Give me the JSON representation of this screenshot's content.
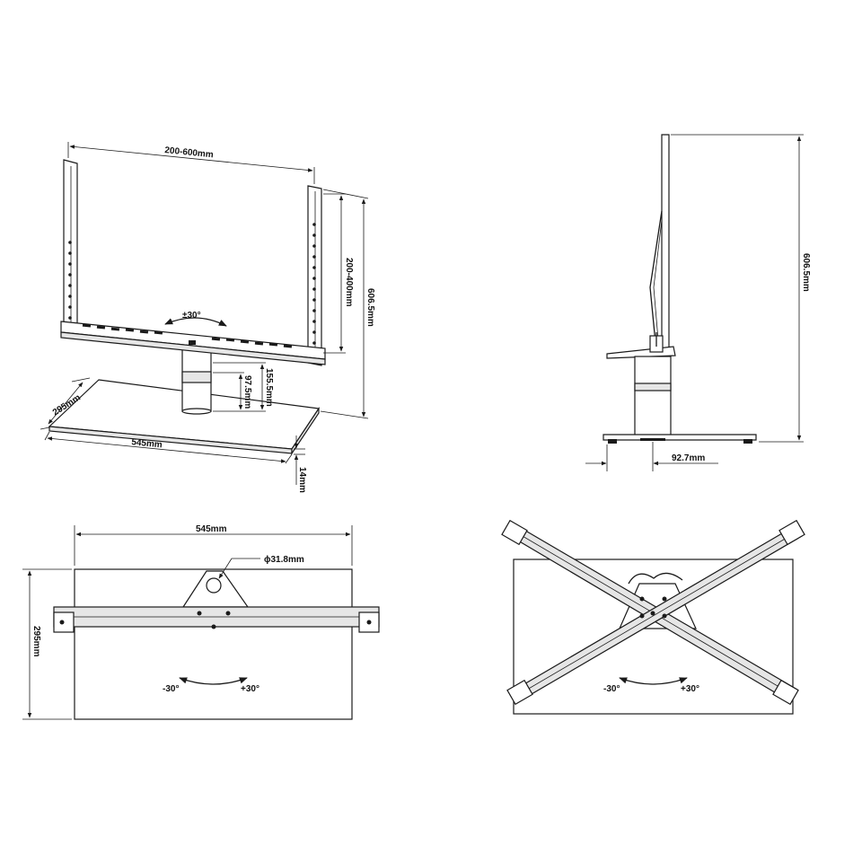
{
  "front_view": {
    "mount_width": "200-600mm",
    "mount_height": "200-400mm",
    "total_height": "606.5mm",
    "base_depth": "295mm",
    "base_width": "545mm",
    "column_height": "155.5mm",
    "column_adjust": "97.5mm",
    "base_thickness": "14mm",
    "swivel": "±30°"
  },
  "side_view": {
    "total_height": "606.5mm",
    "offset": "92.7mm"
  },
  "top_view_base": {
    "width": "545mm",
    "depth": "295mm",
    "hole_diameter": "ϕ31.8mm",
    "rotate_left": "-30°",
    "rotate_right": "+30°"
  },
  "top_view_rotated": {
    "rotate_left": "-30°",
    "rotate_right": "+30°"
  }
}
